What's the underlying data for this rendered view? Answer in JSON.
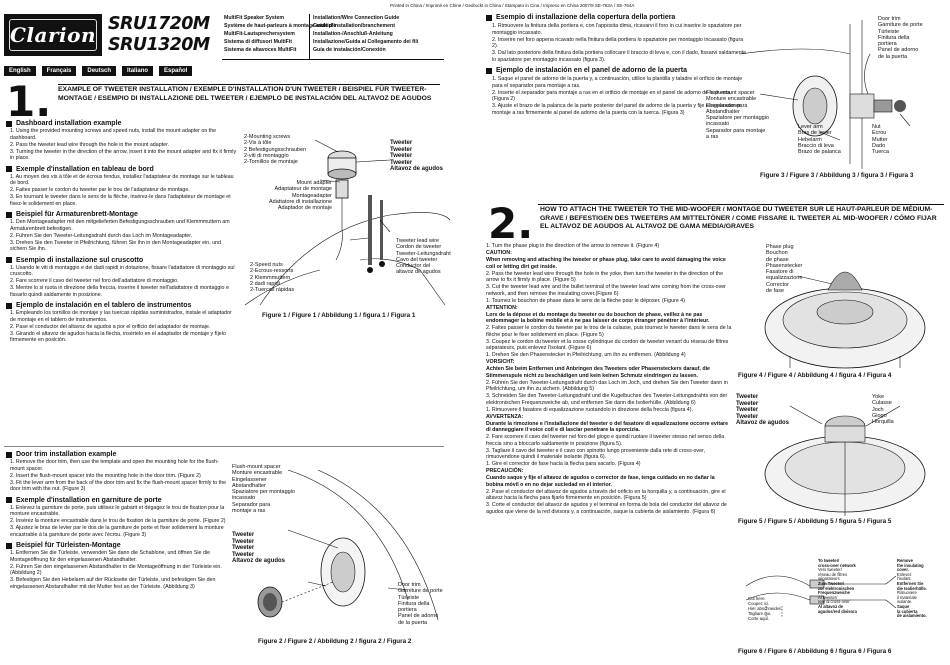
{
  "printed": "Printed in China / Imprimé en Chine / Gedruckt in China / Stampato in Cina / Impreso en China   2007/9   SE-763A / SE-764A",
  "logo": "Clarion",
  "models": [
    "SRU1720M",
    "SRU1320M"
  ],
  "titles_left": [
    "MultiFit Speaker System",
    "Système de haut-parleurs à montage multiple",
    "MultiFit-Lautsprechersystem",
    "Sistema di diffusori MultiFit",
    "Sistema de altavoces MultiFit"
  ],
  "titles_right": [
    "Installation/Wire Connection Guide",
    "Guide d'installation/branchement",
    "Installation-/Anschluß-Anleitung",
    "Installazione/Guida al Collegamento dei fili",
    "Guía de instalación/Conexión"
  ],
  "languages": [
    "English",
    "Français",
    "Deutsch",
    "Italiano",
    "Español"
  ],
  "step1": {
    "num": "1.",
    "title": "EXAMPLE OF TWEETER INSTALLATION / EXEMPLE D'INSTALLATION D'UN TWEETER / BEISPIEL FÜR TWEETER-MONTAGE / ESEMPIO DI INSTALLAZIONE DEL TWEETER / EJEMPLO DE INSTALACIÓN DEL ALTAVOZ DE AGUDOS"
  },
  "dash_sections": [
    {
      "h": "Dashboard installation example",
      "items": [
        "1. Using the provided mounting screws and speed nuts, install the mount adapter on the dashboard.",
        "2. Pass the tweeter lead wire through the hole in the mount adapter.",
        "3. Turning the tweeter in the direction of the arrow, insert it into the mount adapter and fix it firmly in place."
      ]
    },
    {
      "h": "Exemple d'installation en tableau de bord",
      "items": [
        "1. Au moyen des vis à tôle et de écrous fendus, installez l'adaptateur de montage sur le tableau de bord.",
        "2. Faites passer le cordon du tweeter par le trou de l'adaptateur de montage.",
        "3. En tournant le tweeter dans le sens de la flèche, insérez-le dans l'adaptateur de montage et fixez-le solidement en place."
      ]
    },
    {
      "h": "Beispiel für Armaturenbrett-Montage",
      "items": [
        "1. Den Montageadapter mit den mitgelieferten Befestigungsschrauben und Klemmmuttern am Armaturenbrett befestigen.",
        "2. Führen Sie den Tweeter-Leitungsdraht durch das Loch im Montageadapter.",
        "3. Drehen Sie den Tweeter in Pfeilrichtung, führen Sie ihn in den Montageadapter ein, und sichern Sie ihn."
      ]
    },
    {
      "h": "Esempio di installazione sul cruscotto",
      "items": [
        "1. Usando le viti di montaggio e dei dadi rapidi in dotazione, fissare l'adattatore di montaggio sul cruscotto.",
        "2. Fare scorrere il cavo del tweeter nel foro dell'adattatore di montaggio.",
        "3. Mentre lo si ruota in direzione della freccia, inserire il tweeter nell'adattatore di montaggio e fissarlo quindi saldamente in posizione."
      ]
    },
    {
      "h": "Ejemplo de instalación en el tablero de instrumentos",
      "items": [
        "1. Empleando los tornillos de montaje y las tuercas rápidas suministrados, instale el adaptador de montaje en el tablero de instrumentos.",
        "2. Pase el conductor del altavoz de agudos a por el orificio del adaptador de montaje.",
        "3. Girando el altavoz de agudos hacia la flecha, insértelo en el adaptador de montaje y fíjelo firmemente en posición."
      ]
    }
  ],
  "fig1": {
    "screws": [
      "2-Mounting screws",
      "2-Vis à tôle",
      "2 Befestigungsschrauben",
      "2-viti di montaggio",
      "2-Tornillos de montaje"
    ],
    "tweeter": [
      "Tweeter",
      "Tweeter",
      "Tweeter",
      "Tweeter",
      "Altavoz de agudos"
    ],
    "adapter": [
      "Mount adapter",
      "Adaptateur de montage",
      "Montageadapter",
      "Adattatore di installazione",
      "Adaptador de montaje"
    ],
    "leadwire": [
      "Tweeter lead wire",
      "Cordon de tweeter",
      "Tweeter-Leitungsdraht",
      "Cavo del tweeter",
      "Conductor del",
      "altavoz de agudos"
    ],
    "nuts": [
      "2-Speed nuts",
      "2-Ecrous-ressorts",
      "2 Klemmmuttern",
      "2 dadi rapidi",
      "2-Tuercas rápidas"
    ],
    "caption": "Figure 1 / Figure 1 / Abbildung 1 / figura 1 / Figura 1"
  },
  "door_sections": [
    {
      "h": "Door trim installation example",
      "items": [
        "1. Remove the door trim, then use the template and open the mounting hole for the flush-mount spacer.",
        "2. Insert the flush-mount spacer into the mounting hole in the door trim. (Figure 2)",
        "3. Fit the lever arm from the back of the door trim and fix the flush-mount spacer firmly to the door trim with the nut. (Figure 3)"
      ]
    },
    {
      "h": "Exemple d'installation en garniture de porte",
      "items": [
        "1. Enlevez la garniture de porte, puis utilisez le gabarit et dégagez le trou de fixation pour la monture encastrable.",
        "2. Insérez la monture encastrable dans le trou de fixation de la garniture de porte. (Figure 2)",
        "3. Ajustez le bras de levier par le dos de la garniture de porte et fixer solidement la monture encastrable à la garniture de porte avec l'écrou. (Figure 3)"
      ]
    },
    {
      "h": "Beispiel für Türleisten-Montage",
      "items": [
        "1. Entfernen Sie die Türleiste, verwenden Sie dann die Schablone, und öffnen Sie die Montageöffnung für den eingelassenen Abstandhalter.",
        "2. Führen Sie den eingelassenen Abstandhalter in die Montageöffnung in der Türleiste ein. (Abbildung 2)",
        "3. Befestigen Sie den Hebelarm auf der Rückseite der Türleiste, und befestigen Sie den eingelassenen Abstandhalter mit der Mutter fest an der Türleiste. (Abbildung 3)"
      ]
    }
  ],
  "fig2": {
    "spacer": [
      "Flush-mount spacer",
      "Monture encastrable",
      "Eingelassener",
      "Abstandhalter",
      "Spaziatore per montaggio",
      "incassato",
      "Separador para",
      "montaje a ras"
    ],
    "tweeter": [
      "Tweeter",
      "Tweeter",
      "Tweeter",
      "Tweeter",
      "Altavoz de agudos"
    ],
    "door": [
      "Door trim",
      "Garniture de porte",
      "Türleiste",
      "Finitura della",
      "portiera",
      "Panel de adorno",
      "de la puerta"
    ],
    "caption": "Figure 2 / Figure 2 / Abbildung 2 / figura 2 / Figura 2"
  },
  "it_door": {
    "h": "Esempio di installazione della copertura della portiera",
    "items": [
      "1. Rimuovere la finitura della portiera e, con l'apposita dima, ricavarvi il foro in cui inserire lo spaziatore per montaggio incassato.",
      "2. Inserire nel foro appena ricavato nella finitura della portiera lo spaziatore per montaggio incassato (figura 2).",
      "3. Dal lato posteriore della finitura della portiera collocare il braccio di leva e, con il dado, fissarvi saldamente lo spaziatore per montaggio incassato (figura 3)."
    ]
  },
  "es_door": {
    "h": "Ejemplo de instalación en el panel de adorno de la puerta",
    "items": [
      "1. Saque el panel de adorno de la puerta y, a continuación, utilice la plantilla y taladre el orificio de montaje para el separador para montaje a ras.",
      "2. Inserte el separador para montaje a ras en el orificio de montaje en el panel de adorno de la puerta. (Figura 2)",
      "3. Ajuste el brazo de la palanca de la parte posterior del panel de adorno de la puerta y fije el separador para montaje a ras firmemente al panel de adorno de la puerta con la tuerca. (Figura 3)"
    ]
  },
  "fig3": {
    "door": [
      "Door trim",
      "Garniture de porte",
      "Türleiste",
      "Finitura della",
      "portiera",
      "Panel de adorno",
      "de la puerta"
    ],
    "spacer": [
      "Flush-mount spacer",
      "Monture encastrable",
      "Eingelassener",
      "Abstandhalter",
      "Spaziatore per montaggio",
      "incassato",
      "Separador para montaje",
      "a ras"
    ],
    "lever": [
      "Lever arm",
      "Bras de levier",
      "Hebelarm",
      "Braccio di leva",
      "Brazo de palanca"
    ],
    "nut": [
      "Nut",
      "Ecrou",
      "Mutter",
      "Dado",
      "Tuerca"
    ],
    "caption": "Figure 3 / Figure 3 / Abbildung 3 / figura 3 / Figura 3"
  },
  "step2": {
    "num": "2.",
    "title": "HOW TO ATTACH THE TWEETER TO THE MID-WOOFER / MONTAGE DU TWEETER SUR LE HAUT-PARLEUR DE MÉDIUM-GRAVE / BEFESTIGEN DES TWEETERS AM MITTELTÖNER / COME FISSARE IL TWEETER AL MID-WOOFER / CÓMO FIJAR EL ALTAVOZ DE AGUDOS AL ALTAVOZ DE GAMA MEDIA/GRAVES"
  },
  "step2_text": [
    {
      "t": "1. Turn the phase plug in the direction of the arrow to remove it. (Figure 4)"
    },
    {
      "t": "CAUTION:",
      "b": true
    },
    {
      "t": "When removing and attaching the tweeter or phase plug, take care to avoid damaging the voice coil or letting dirt get inside.",
      "b": true
    },
    {
      "t": "2. Pass the tweeter lead wire through the hole in the yoke, then turn the tweeter in the direction of the arrow to fix it firmly in place. (Figure 5)"
    },
    {
      "t": "3. Cut the tweeter lead wire and the bullet terminal of the tweeter lead wire coming from the cross-over network, and then remove the insulating cover.(Figure 6)"
    },
    {
      "t": "1. Tournez le bouchon de phase dans le sens de la flèche pour le déposer. (Figure 4)"
    },
    {
      "t": "ATTENTION:",
      "b": true
    },
    {
      "t": "Lors de la dépose et du montage du tweeter ou du bouchon de phase, veillez à ne pas endommager la bobine mobile et à ne pas laisser de corps étranger pénétrer à l'intérieur.",
      "b": true
    },
    {
      "t": "2. Faites passer le cordon du tweeter par le trou de la culasse, puis tournez le tweeter dans le sens de la flèche pour le fixer solidement en place. (Figure 5)"
    },
    {
      "t": "3. Coupez le cordon du tweeter et la cosse cylindrique du cordon de tweeter venant du réseau de filtres séparateurs, puis enlevez l'isolant. (Figure 6)"
    },
    {
      "t": "1. Drehen Sie den Phasenstecker in Pfeilrichtung, um ihn zu entfernen. (Abbildung 4)"
    },
    {
      "t": "VORSICHT:",
      "b": true
    },
    {
      "t": "Achten Sie beim Entfernen und Anbringen des Tweeters oder Phasensteckers darauf, die Stimmenspule nicht zu beschädigen und kein keinen Schmutz eindringen zu lassen.",
      "b": true
    },
    {
      "t": "2. Führen Sie den Tweeter-Leitungsdraht durch das Loch im Joch, und drehen Sie den Tweeter dann in Pfeilrichtung, um ihn zu sichern. (Abbildung 5)"
    },
    {
      "t": "3. Schneiden Sie den Tweeter-Leitungsdraht und die Kugelbuchse des Tweeter-Leitungsdrahts von der elektronischen Frequenzweiche ab, und entfernen Sie dann die Isolierhülle. (Abbildung 6)"
    },
    {
      "t": "1. Rimuovere il fasatore di equalizzazione ruotandolo in direzione della freccia (figura 4)."
    },
    {
      "t": "AVVERTENZA:",
      "b": true
    },
    {
      "t": "Durante la rimozione e l'installazione del tweeter o del fasatore di equalizzazione occorre evitare di danneggiare il voice coil e di lasciar penetrare la sporcizia.",
      "b": true
    },
    {
      "t": "2. Fare scorrere il cavo del tweeter nel foro del giogo e quindi ruotare il tweeter stesso nel senso della freccia sino a bloccarlo saldamente in posizione (figura 5)."
    },
    {
      "t": "3. Tagliare il cavo del tweeter e il cavo con spinotto lungo proveniente dalla rete di cross-over, rimuovendone quindi il materiale isolante (figura 6)."
    },
    {
      "t": "1. Gire el corrector de fase hacia la flecha para sacarlo. (Figura 4)"
    },
    {
      "t": "PRECAUCIÓN:",
      "b": true
    },
    {
      "t": "Cuando saque y fije el altavoz de agudos o corrector de fase, tenga cuidado en no dañar la bobina móvil o en no dejar suciedad en el interior.",
      "b": true
    },
    {
      "t": "2. Pase el conductor del altavoz de agudos a través del orificio en la horquilla y, a continuación, gire el altavoz hacia la flecha para fijarlo firmemente en posición. (Figura 5)"
    },
    {
      "t": "3. Corte el conductor del altavoz de agudos y el terminal en forma de bola del conductor del altavoz de agudos que viene de la red divisora y, a continuación, saque la cubierta de aislamiento. (Figura 6)"
    }
  ],
  "fig4": {
    "plug": [
      "Phase plug",
      "Bouchon",
      "de phase",
      "Phasenstecker",
      "Fasatore di",
      "equalizzazione",
      "Corrector",
      "de fase"
    ],
    "caption": "Figure 4 / Figure 4 / Abbildung 4 / figura 4 / Figura 4"
  },
  "fig5": {
    "tweeter": [
      "Tweeter",
      "Tweeter",
      "Tweeter",
      "Tweeter",
      "Altavoz de agudos"
    ],
    "yoke": [
      "Yoke",
      "Culasse",
      "Joch",
      "Giogo",
      "Horquilla"
    ],
    "caption": "Figure 5 / Figure 5 / Abbildung 5 / figura 5 / Figura 5"
  },
  "fig6": {
    "cut": [
      "Cut here.",
      "Coupez ici.",
      "Hier abschneiden.",
      "Tagliare qui.",
      "Corte aquí."
    ],
    "network": [
      "To tweeter/",
      "cross-over network",
      "Vers tweeter/",
      "réseau de filtres",
      "séparateurs",
      "Zum Tweeter/",
      "zur elektronischen",
      "Frequenzweiche",
      "Al tweeter/",
      "rete di cross-over",
      "Al altavoz de",
      "agudos/red divisora"
    ],
    "remove": [
      "Remove",
      "the insulating",
      "cover.",
      "Enlevez",
      "l'isolant.",
      "Entfernen Sie",
      "die Isolierhülle.",
      "Rimuovere",
      "il materiale",
      "isolante.",
      "Saque",
      "la cubierta",
      "de aislamiento."
    ],
    "caption": "Figure 6 / Figure 6 / Abbildung 6 / figura 6 / Figura 6"
  }
}
